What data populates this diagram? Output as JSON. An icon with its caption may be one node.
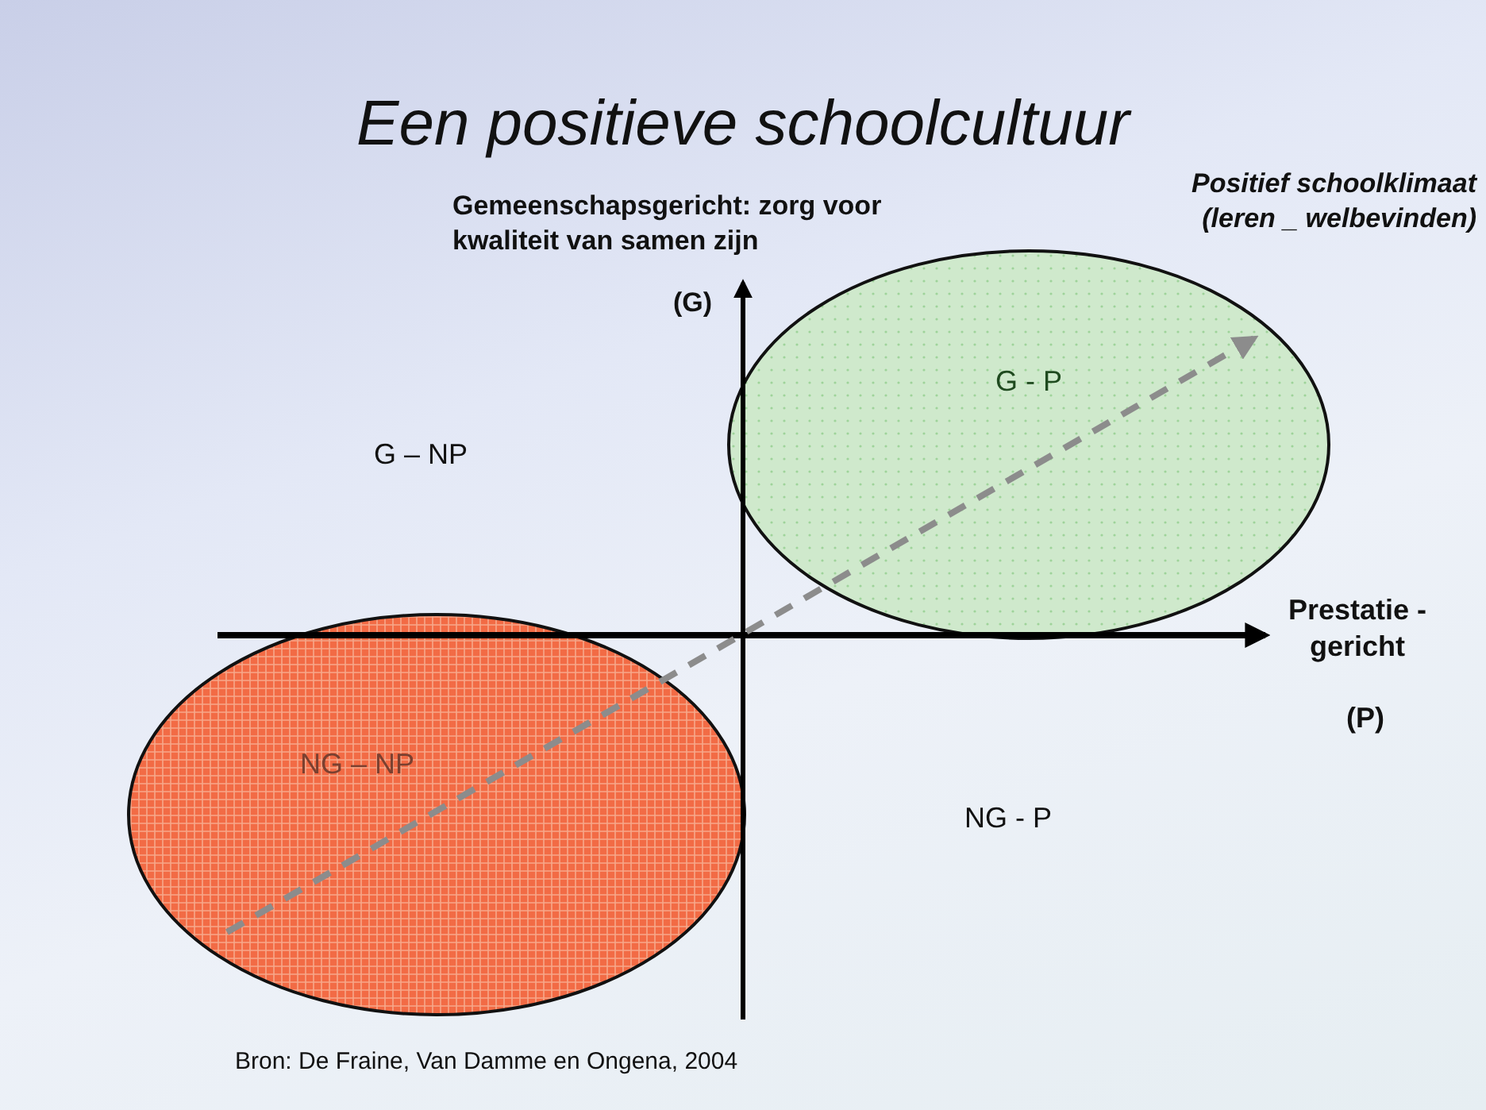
{
  "diagram": {
    "title": "Een positieve schoolcultuur",
    "nodes": [
      {
        "text": [
          "G - P"
        ]
      },
      {
        "text": [
          "NG – NP"
        ]
      }
    ],
    "edges": [
      {
        "from": 1,
        "to": 0,
        "arrow": "to",
        "style": "dashed",
        "color": "#8c8c8c"
      }
    ],
    "labels": [
      "Gemeenschapsgericht:  zorg voor kwaliteit van samen zijn",
      "Positief schoolklimaat (leren _ welbevinden)",
      "(G)",
      "G – NP",
      "Prestatie - gericht",
      "(P)",
      "NG - P",
      "Bron: De Fraine, Van Damme en Ongena, 2004"
    ]
  }
}
